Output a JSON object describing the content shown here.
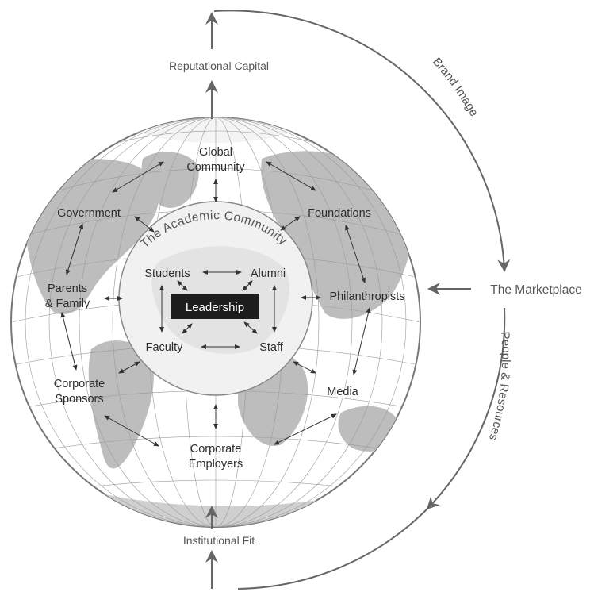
{
  "colors": {
    "accent": "#222222",
    "ocean": "#ffffff",
    "land": "#bdbdbd",
    "inner_globe": "#f1f1f1",
    "arrows": "#555555"
  },
  "outer": {
    "top_label": "Reputational Capital",
    "bottom_label": "Institutional Fit",
    "right_label": "The Marketplace",
    "arc_upper_label": "Brand Image",
    "arc_lower_label": "People & Resources"
  },
  "inner": {
    "title": "The Academic Community",
    "center_label": "Leadership",
    "students": "Students",
    "alumni": "Alumni",
    "faculty": "Faculty",
    "staff": "Staff"
  },
  "stakeholders": {
    "global_community_1": "Global",
    "global_community_2": "Community",
    "government": "Government",
    "foundations": "Foundations",
    "parents_family_1": "Parents",
    "parents_family_2": "& Family",
    "philanthropists": "Philanthropists",
    "corporate_sponsors_1": "Corporate",
    "corporate_sponsors_2": "Sponsors",
    "media": "Media",
    "corporate_employers_1": "Corporate",
    "corporate_employers_2": "Employers"
  }
}
